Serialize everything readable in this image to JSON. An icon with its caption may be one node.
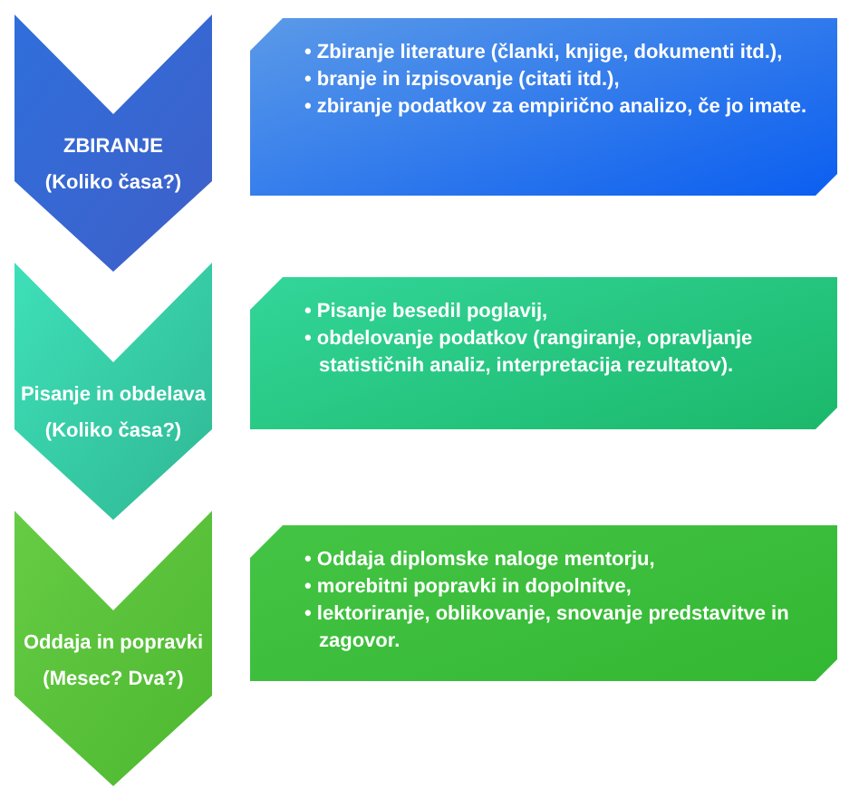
{
  "diagram": {
    "nodes": [
      {
        "text": [
          "ZBIRANJE",
          "(Koliko časa?)"
        ]
      },
      {
        "text": [
          "• Zbiranje literature (članki, knjige, dokumenti itd.),",
          "• branje in izpisovanje (citati itd.),",
          "• zbiranje podatkov za empirično analizo, če jo imate."
        ]
      },
      {
        "text": [
          "Pisanje in obdelava",
          "(Koliko časa?)"
        ]
      },
      {
        "text": [
          "• Pisanje besedil poglavij,",
          "• obdelovanje podatkov (rangiranje, opravljanje statističnih analiz, interpretacija rezultatov)."
        ]
      },
      {
        "text": [
          "Oddaja in popravki",
          "(Mesec? Dva?)"
        ]
      },
      {
        "text": [
          "• Oddaja diplomske naloge mentorju,",
          "• morebitni popravki in dopolnitve,",
          "• lektoriranje, oblikovanje, snovanje predstavitve in zagovor."
        ]
      }
    ]
  }
}
